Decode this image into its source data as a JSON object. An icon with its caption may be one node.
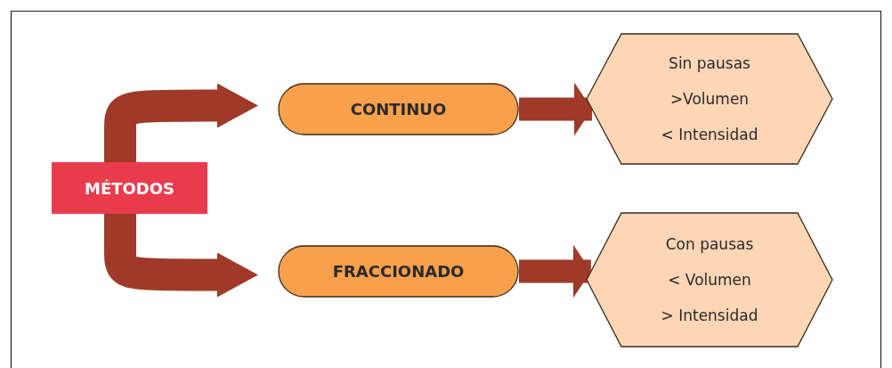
{
  "diagram": {
    "nodes": [
      {
        "text": [
          "MÉTODOS"
        ]
      },
      {
        "text": [
          "CONTINUO"
        ]
      },
      {
        "text": [
          "FRACCIONADO"
        ]
      },
      {
        "text": [
          "Sin pausas",
          ">Volumen",
          "< Intensidad"
        ]
      },
      {
        "text": [
          "Con pausas",
          "< Volumen",
          "> Intensidad"
        ]
      }
    ],
    "edges": [
      {
        "from": 0,
        "to": 1,
        "arrow": "to"
      },
      {
        "from": 0,
        "to": 2,
        "arrow": "to"
      },
      {
        "from": 1,
        "to": 3,
        "arrow": "to"
      },
      {
        "from": 2,
        "to": 4,
        "arrow": "to"
      }
    ]
  }
}
